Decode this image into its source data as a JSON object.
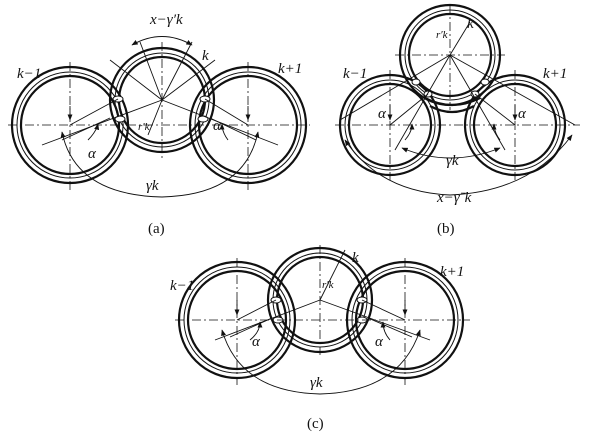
{
  "panel_a": {
    "caption": "(a)",
    "label_left": "k−1",
    "label_center": "k",
    "label_right": "k+1",
    "label_top_angle": "x−γ′k",
    "label_alpha_left": "α",
    "label_alpha_right": "α",
    "label_gamma": "γk",
    "label_radius": "r′k"
  },
  "panel_b": {
    "caption": "(b)",
    "label_left": "k−1",
    "label_center": "k",
    "label_right": "k+1",
    "label_radius": "r′k",
    "label_alpha_left": "α",
    "label_alpha_right": "α",
    "label_gamma": "γk",
    "label_bottom_angle": "x−γˉk"
  },
  "panel_c": {
    "caption": "(c)",
    "label_left": "k−1",
    "label_center": "k",
    "label_right": "k+1",
    "label_radius": "r′k",
    "label_alpha_left": "α",
    "label_alpha_right": "α",
    "label_gamma": "γk"
  }
}
